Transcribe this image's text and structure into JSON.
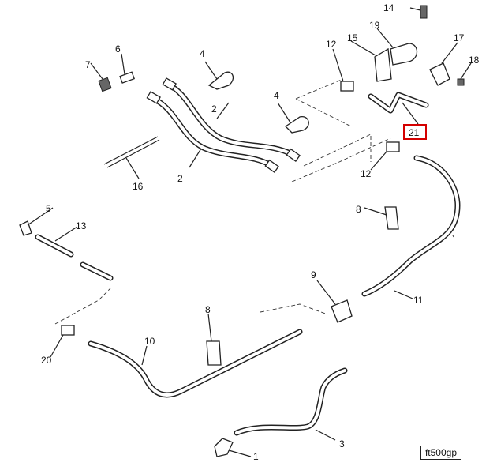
{
  "callouts": {
    "c1": "1",
    "c2a": "2",
    "c2b": "2",
    "c3": "3",
    "c4a": "4",
    "c4b": "4",
    "c5": "5",
    "c6": "6",
    "c7": "7",
    "c8a": "8",
    "c8b": "8",
    "c9": "9",
    "c10": "10",
    "c11": "11",
    "c12a": "12",
    "c12b": "12",
    "c13": "13",
    "c14": "14",
    "c15": "15",
    "c16": "16",
    "c17": "17",
    "c18": "18",
    "c19": "19",
    "c20": "20",
    "c21": "21"
  },
  "highlighted_callout": "21",
  "highlight_color": "#d40000",
  "figure_code": "ft500gp"
}
